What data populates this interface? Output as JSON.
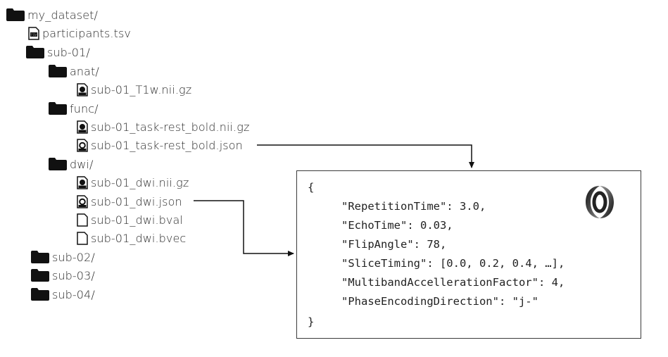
{
  "tree": {
    "root": "my_dataset/",
    "participants_file": "participants.tsv",
    "sub01": "sub-01/",
    "anat": "anat/",
    "t1w": "sub-01_T1w.nii.gz",
    "func": "func/",
    "bold_nii": "sub-01_task-rest_bold.nii.gz",
    "bold_json": "sub-01_task-rest_bold.json",
    "dwi": "dwi/",
    "dwi_nii": "sub-01_dwi.nii.gz",
    "dwi_json": "sub-01_dwi.json",
    "dwi_bval": "sub-01_dwi.bval",
    "dwi_bvec": "sub-01_dwi.bvec",
    "sub02": "sub-02/",
    "sub03": "sub-03/",
    "sub04": "sub-04/"
  },
  "json_box": {
    "open_brace": "{",
    "lines": [
      "\"RepetitionTime\": 3.0,",
      "\"EchoTime\": 0.03,",
      "\"FlipAngle\": 78,",
      "\"SliceTiming\": [0.0, 0.2, 0.4, …],",
      "\"MultibandAccellerationFactor\": 4,",
      "\"PhaseEncodingDirection\": \"j-\""
    ],
    "close_brace": "}"
  },
  "icons": {
    "folder": "folder-icon",
    "tsv_file": "tsv-file-icon",
    "nifti_file": "nifti-file-icon",
    "json_file": "json-file-icon",
    "plain_file": "file-icon",
    "json_logo": "json-logo-icon"
  },
  "colors": {
    "folder": "#111111",
    "line": "#111111",
    "text": "#2b2b2b"
  }
}
